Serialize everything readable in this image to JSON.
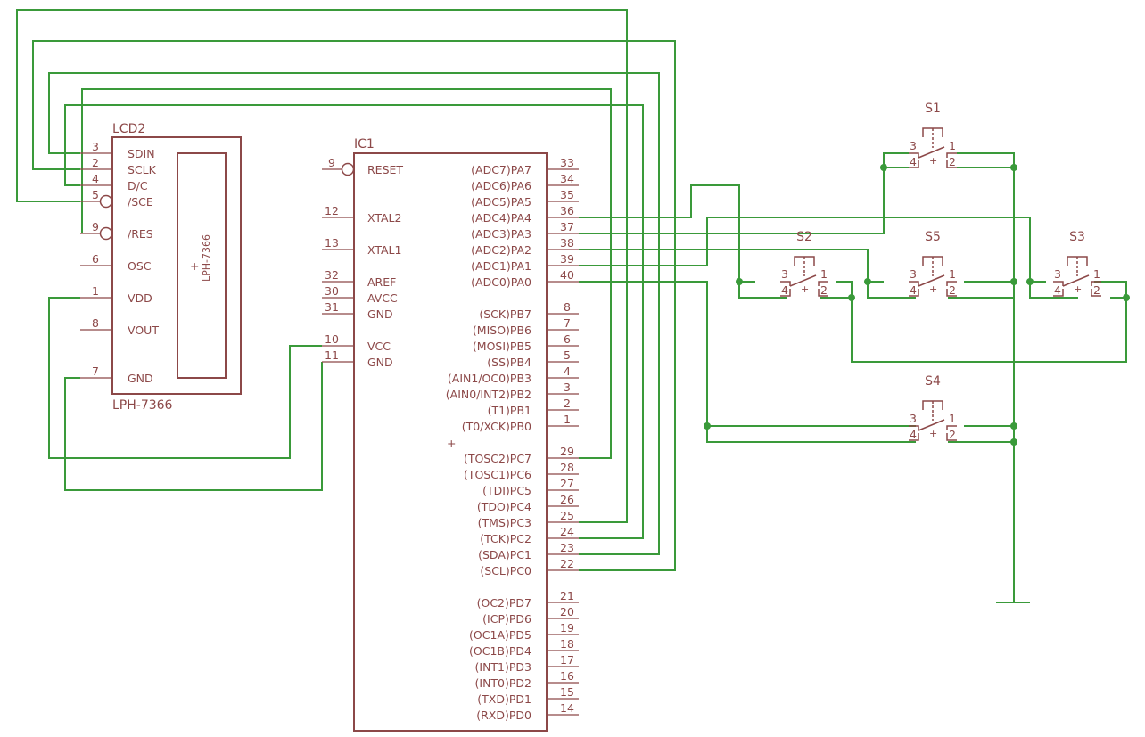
{
  "lcd": {
    "name": "LCD2",
    "value": "LPH-7366",
    "inner_label": "LPH-7366",
    "pins": [
      {
        "num": "3",
        "label": "SDIN",
        "inverted": false
      },
      {
        "num": "2",
        "label": "SCLK",
        "inverted": false
      },
      {
        "num": "4",
        "label": "D/C",
        "inverted": false
      },
      {
        "num": "5",
        "label": "/SCE",
        "inverted": true
      },
      {
        "num": "9",
        "label": "/RES",
        "inverted": true
      },
      {
        "num": "6",
        "label": "OSC",
        "inverted": false
      },
      {
        "num": "1",
        "label": "VDD",
        "inverted": false
      },
      {
        "num": "8",
        "label": "VOUT",
        "inverted": false
      },
      {
        "num": "7",
        "label": "GND",
        "inverted": false
      }
    ]
  },
  "ic": {
    "name": "IC1",
    "left_pins": [
      {
        "num": "9",
        "label": "RESET",
        "inverted": true
      },
      {
        "num": "12",
        "label": "XTAL2",
        "inverted": false
      },
      {
        "num": "13",
        "label": "XTAL1",
        "inverted": false
      },
      {
        "num": "32",
        "label": "AREF",
        "inverted": false
      },
      {
        "num": "30",
        "label": "AVCC",
        "inverted": false
      },
      {
        "num": "31",
        "label": "GND",
        "inverted": false
      },
      {
        "num": "10",
        "label": "VCC",
        "inverted": false
      },
      {
        "num": "11",
        "label": "GND",
        "inverted": false
      }
    ],
    "right_pins": [
      {
        "num": "33",
        "label": "(ADC7)PA7"
      },
      {
        "num": "34",
        "label": "(ADC6)PA6"
      },
      {
        "num": "35",
        "label": "(ADC5)PA5"
      },
      {
        "num": "36",
        "label": "(ADC4)PA4"
      },
      {
        "num": "37",
        "label": "(ADC3)PA3"
      },
      {
        "num": "38",
        "label": "(ADC2)PA2"
      },
      {
        "num": "39",
        "label": "(ADC1)PA1"
      },
      {
        "num": "40",
        "label": "(ADC0)PA0"
      },
      {
        "num": "8",
        "label": "(SCK)PB7"
      },
      {
        "num": "7",
        "label": "(MISO)PB6"
      },
      {
        "num": "6",
        "label": "(MOSI)PB5"
      },
      {
        "num": "5",
        "label": "(SS)PB4"
      },
      {
        "num": "4",
        "label": "(AIN1/OC0)PB3"
      },
      {
        "num": "3",
        "label": "(AIN0/INT2)PB2"
      },
      {
        "num": "2",
        "label": "(T1)PB1"
      },
      {
        "num": "1",
        "label": "(T0/XCK)PB0"
      },
      {
        "num": "29",
        "label": "(TOSC2)PC7"
      },
      {
        "num": "28",
        "label": "(TOSC1)PC6"
      },
      {
        "num": "27",
        "label": "(TDI)PC5"
      },
      {
        "num": "26",
        "label": "(TDO)PC4"
      },
      {
        "num": "25",
        "label": "(TMS)PC3"
      },
      {
        "num": "24",
        "label": "(TCK)PC2"
      },
      {
        "num": "23",
        "label": "(SDA)PC1"
      },
      {
        "num": "22",
        "label": "(SCL)PC0"
      },
      {
        "num": "21",
        "label": "(OC2)PD7"
      },
      {
        "num": "20",
        "label": "(ICP)PD6"
      },
      {
        "num": "19",
        "label": "(OC1A)PD5"
      },
      {
        "num": "18",
        "label": "(OC1B)PD4"
      },
      {
        "num": "17",
        "label": "(INT1)PD3"
      },
      {
        "num": "16",
        "label": "(INT0)PD2"
      },
      {
        "num": "15",
        "label": "(TXD)PD1"
      },
      {
        "num": "14",
        "label": "(RXD)PD0"
      }
    ]
  },
  "switches": [
    {
      "name": "S1",
      "pins": [
        "3",
        "1",
        "4",
        "2"
      ]
    },
    {
      "name": "S2",
      "pins": [
        "3",
        "1",
        "4",
        "2"
      ]
    },
    {
      "name": "S5",
      "pins": [
        "3",
        "1",
        "4",
        "2"
      ]
    },
    {
      "name": "S3",
      "pins": [
        "3",
        "1",
        "4",
        "2"
      ]
    },
    {
      "name": "S4",
      "pins": [
        "3",
        "1",
        "4",
        "2"
      ]
    }
  ],
  "colors": {
    "component": "#8c4848",
    "wire": "#3a9a3a",
    "background": "#ffffff"
  }
}
